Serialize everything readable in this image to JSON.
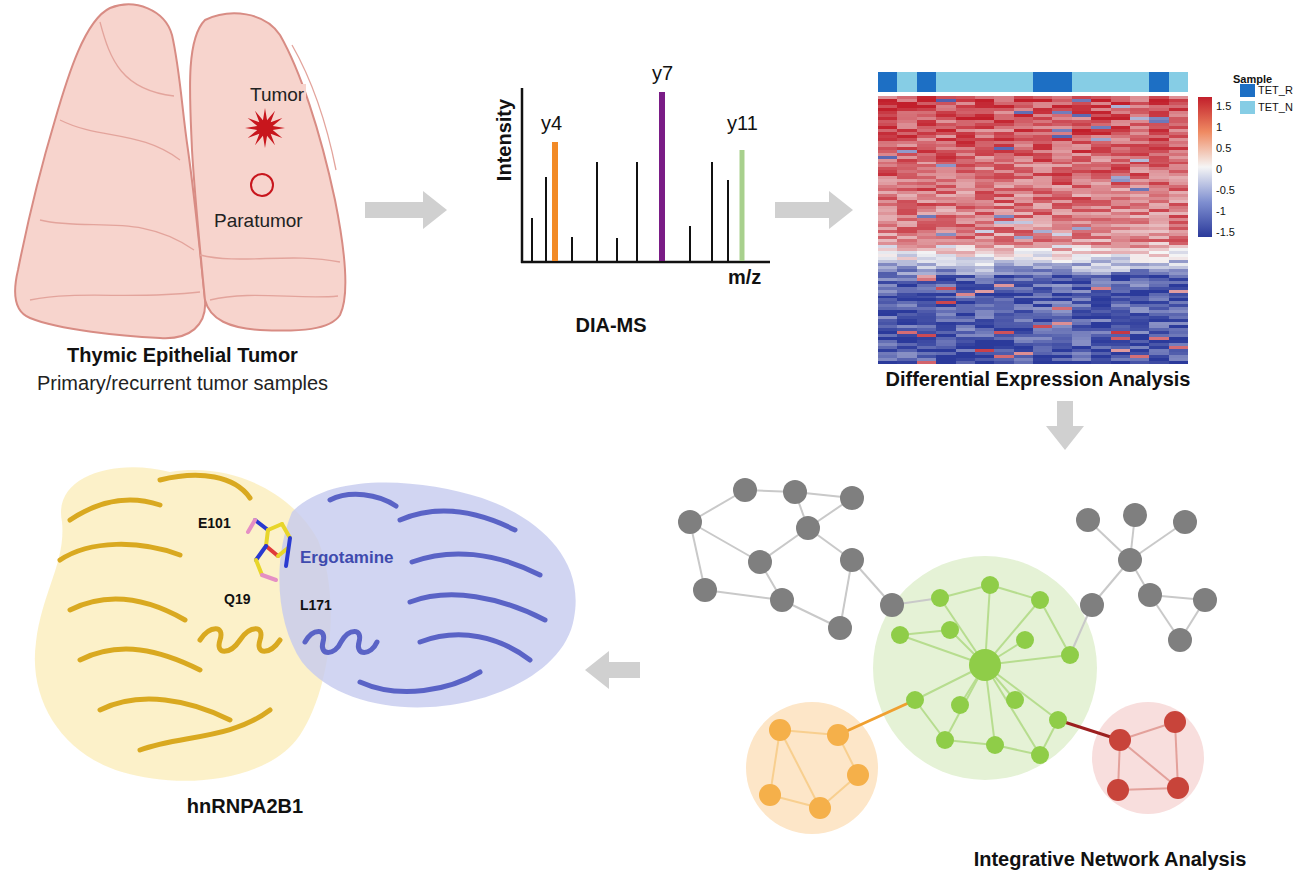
{
  "diagram": {
    "nodes": [
      {
        "text": [
          "Thymic Epithelial Tumor",
          "Primary/recurrent tumor samples"
        ]
      },
      {
        "text": [
          "DIA-MS"
        ]
      },
      {
        "text": [
          "Differential Expression Analysis"
        ]
      },
      {
        "text": [
          "Integrative Network Analysis"
        ]
      },
      {
        "text": [
          "hnRNPA2B1"
        ]
      }
    ],
    "edges": [
      {
        "from": 0,
        "to": 1,
        "arrow": "to"
      },
      {
        "from": 1,
        "to": 2,
        "arrow": "to"
      },
      {
        "from": 2,
        "to": 3,
        "arrow": "to"
      },
      {
        "from": 3,
        "to": 4,
        "arrow": "to"
      }
    ],
    "labels": [
      "Tumor",
      "Paratumor",
      "Intensity",
      "y4",
      "y7",
      "y11",
      "m/z",
      "Sample",
      "1.5",
      "1",
      "0.5",
      "0",
      "-0.5",
      "-1",
      "-1.5",
      "E101",
      "Ergotamine",
      "Q19",
      "L171"
    ],
    "legend": [
      {
        "text": "TET_R",
        "color": "#1d6fc4"
      },
      {
        "text": "TET_N",
        "color": "#86cde5"
      }
    ]
  }
}
